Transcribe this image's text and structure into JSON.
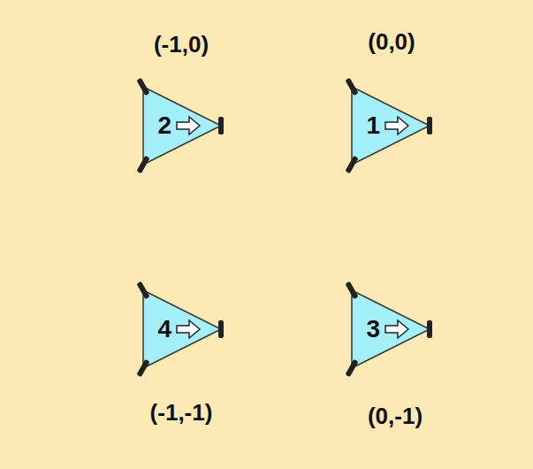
{
  "diagram": {
    "nodes": [
      {
        "text": [
          "2"
        ]
      },
      {
        "text": [
          "1"
        ]
      },
      {
        "text": [
          "4"
        ]
      },
      {
        "text": [
          "3"
        ]
      }
    ],
    "labels": [
      "(-1,0)",
      "(0,0)",
      "(-1,-1)",
      "(0,-1)"
    ]
  }
}
